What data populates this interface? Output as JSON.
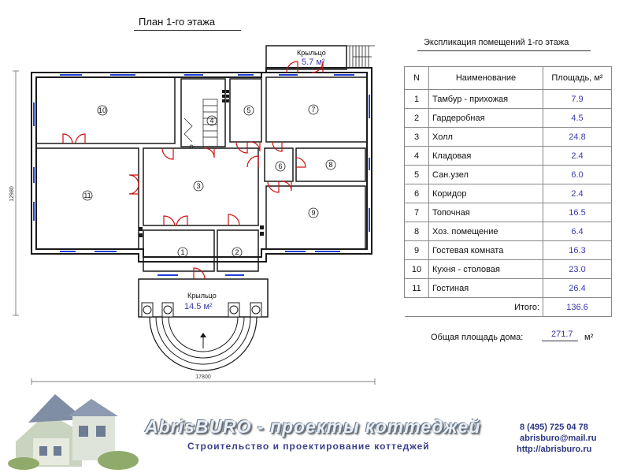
{
  "plan": {
    "title": "План 1-го этажа",
    "rooms": [
      {
        "num": "1"
      },
      {
        "num": "2"
      },
      {
        "num": "3"
      },
      {
        "num": "4"
      },
      {
        "num": "5"
      },
      {
        "num": "6"
      },
      {
        "num": "7"
      },
      {
        "num": "8"
      },
      {
        "num": "9"
      },
      {
        "num": "10"
      },
      {
        "num": "11"
      }
    ],
    "porch_top": {
      "label": "Крыльцо",
      "area": "5.7 м²"
    },
    "porch_bottom": {
      "label": "Крыльцо",
      "area": "14.5 м²"
    },
    "dimension_width": "17800",
    "dimension_height": "12980"
  },
  "explication": {
    "title": "Экспликация помещений 1-го этажа",
    "headers": {
      "num": "N",
      "name": "Наименование",
      "area": "Площадь, м²"
    },
    "rows": [
      {
        "num": "1",
        "name": "Тамбур - прихожая",
        "area": "7.9"
      },
      {
        "num": "2",
        "name": "Гардеробная",
        "area": "4.5"
      },
      {
        "num": "3",
        "name": "Холл",
        "area": "24.8"
      },
      {
        "num": "4",
        "name": "Кладовая",
        "area": "2.4"
      },
      {
        "num": "5",
        "name": "Сан.узел",
        "area": "6.0"
      },
      {
        "num": "6",
        "name": "Коридор",
        "area": "2.4"
      },
      {
        "num": "7",
        "name": "Топочная",
        "area": "16.5"
      },
      {
        "num": "8",
        "name": "Хоз. помещение",
        "area": "6.4"
      },
      {
        "num": "9",
        "name": "Гостевая комната",
        "area": "16.3"
      },
      {
        "num": "10",
        "name": "Кухня - столовая",
        "area": "23.0"
      },
      {
        "num": "11",
        "name": "Гостиная",
        "area": "26.4"
      }
    ],
    "total_label": "Итого:",
    "total_value": "136.6"
  },
  "house_total": {
    "label": "Общая площадь дома:",
    "value": "271.7",
    "unit": "м²"
  },
  "footer": {
    "brand": "AbrisBURO - проекты коттеджей",
    "tagline": "Строительство и проектирование коттеджей",
    "phone": "8 (495) 725 04 78",
    "email": "abrisburo@mail.ru",
    "site": "http://abrisburo.ru"
  },
  "colors": {
    "wall": "#1a1a1a",
    "window": "#1f3fd8",
    "door": "#d01010",
    "area_text": "#3a3aaa"
  }
}
